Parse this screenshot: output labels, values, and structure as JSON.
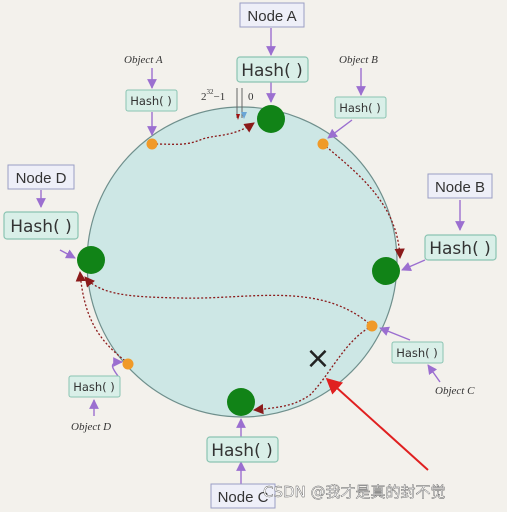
{
  "nodes": {
    "a": {
      "label": "Node A",
      "hash": "Hash( )"
    },
    "b": {
      "label": "Node B",
      "hash": "Hash( )"
    },
    "c": {
      "label": "Node C",
      "hash": "Hash( )"
    },
    "d": {
      "label": "Node D",
      "hash": "Hash( )"
    }
  },
  "objects": {
    "a": {
      "label": "Object A",
      "hash": "Hash( )"
    },
    "b": {
      "label": "Object B",
      "hash": "Hash( )"
    },
    "c": {
      "label": "Object C",
      "hash": "Hash( )"
    },
    "d": {
      "label": "Object D",
      "hash": "Hash( )"
    }
  },
  "ring": {
    "max_label_base": "2",
    "max_label_exp": "32",
    "max_label_rest": "−1",
    "zero_label": "0"
  },
  "removed_marker": "×",
  "watermark": "CSDN @我才是真的封不觉",
  "colors": {
    "ring_fill": "#cde7e5",
    "node_dot": "#118317",
    "object_dot": "#f09a28",
    "box_fill": "#d9efe8",
    "box_stroke": "#8ac4b2",
    "node_box_fill": "#eeeff8",
    "node_box_stroke": "#9a9ec4",
    "arrow_purple": "#9b6fd0",
    "arrow_red": "#e02020"
  }
}
